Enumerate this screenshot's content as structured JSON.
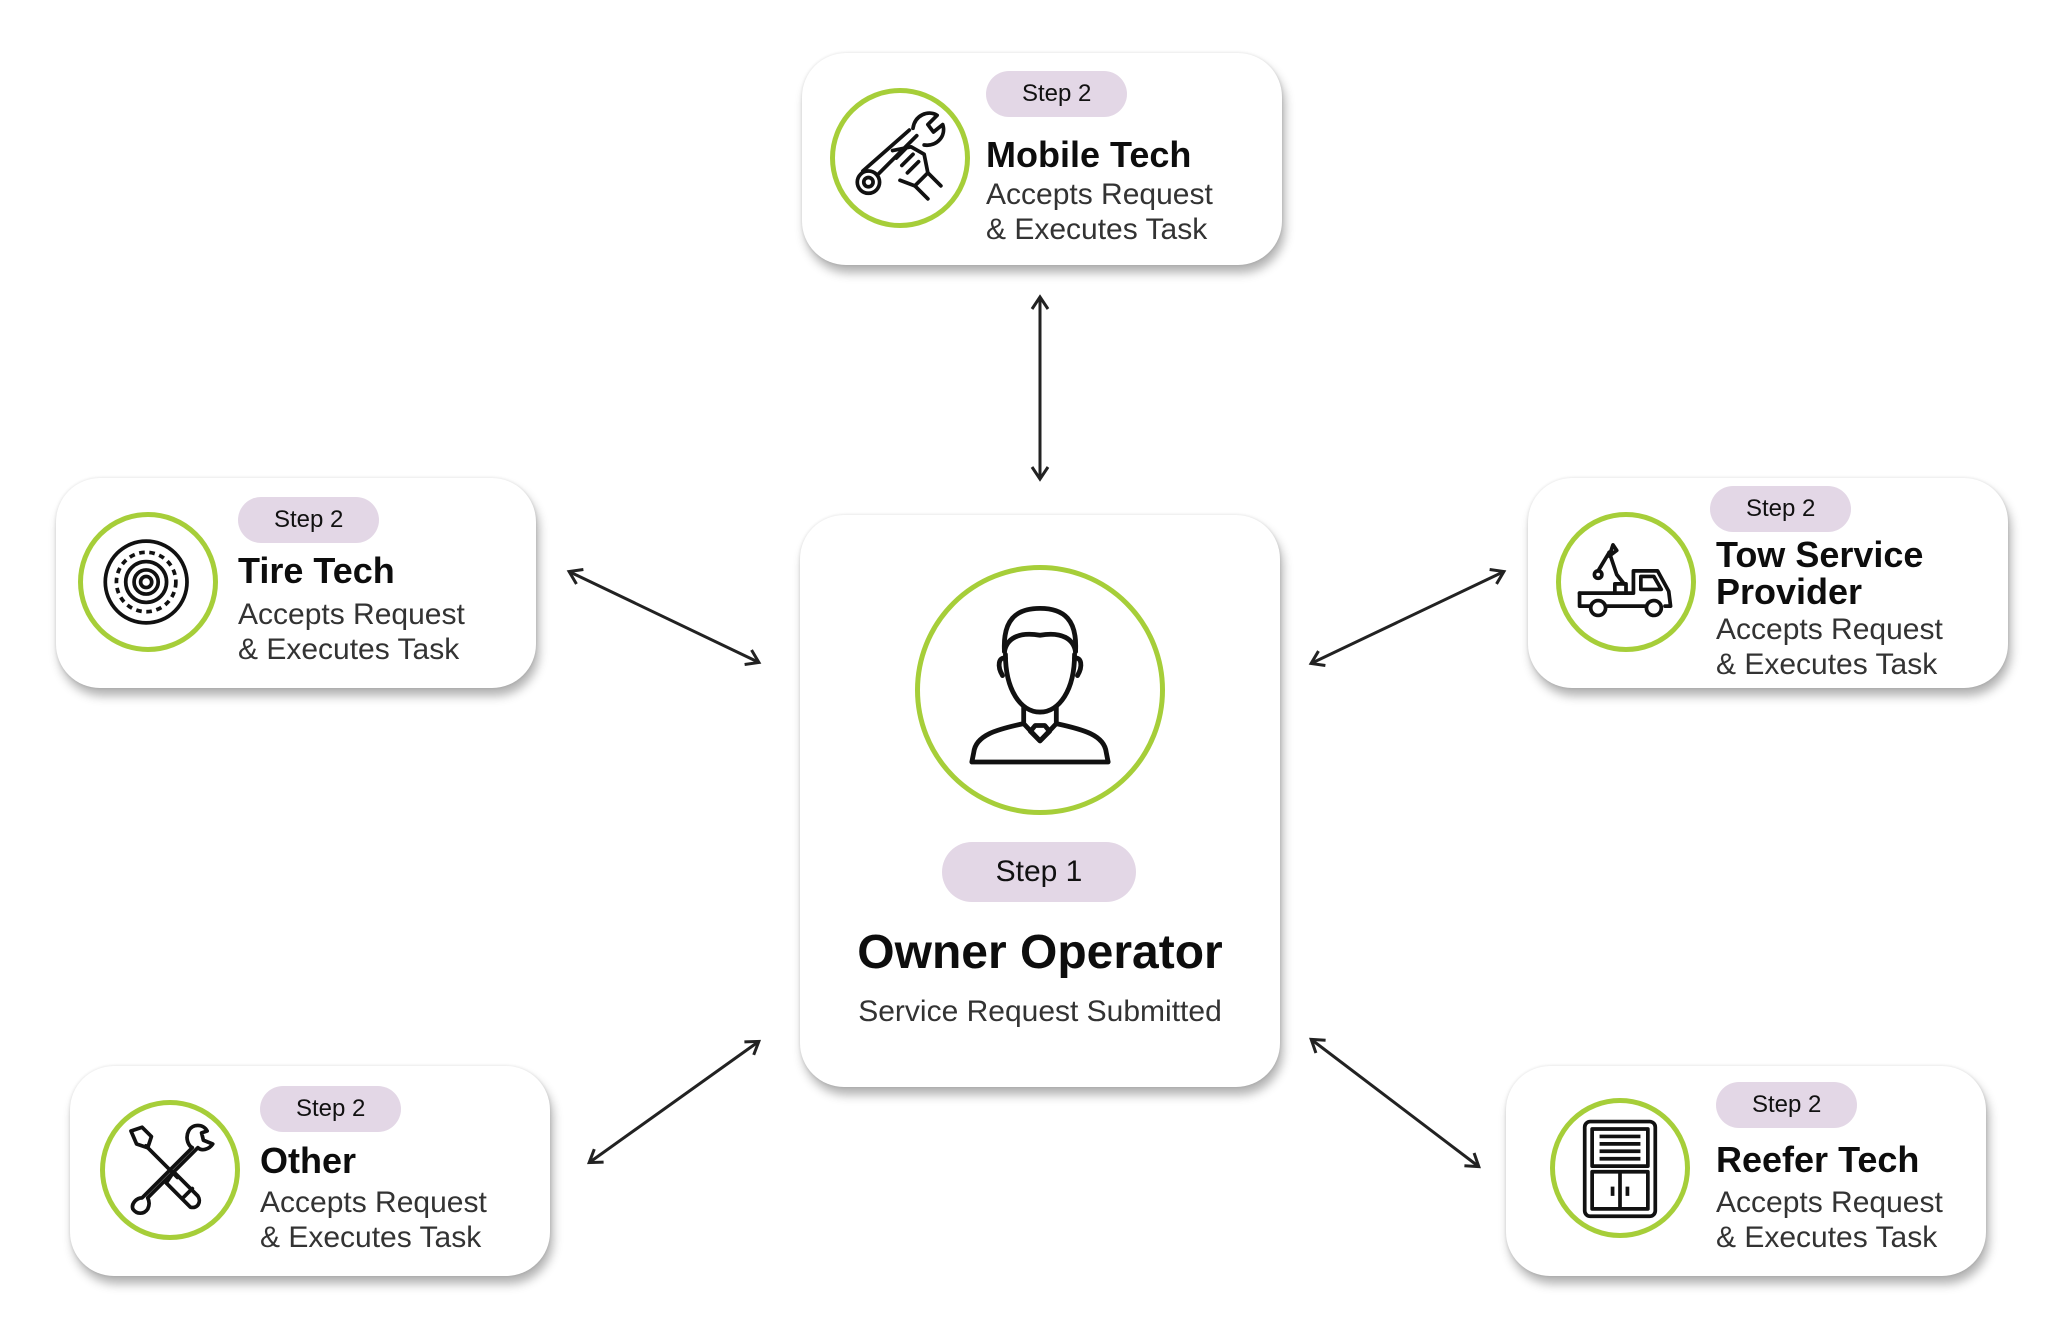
{
  "center": {
    "step": "Step 1",
    "title": "Owner Operator",
    "description": "Service Request Submitted",
    "icon": "person-icon"
  },
  "nodes": {
    "mobile": {
      "step": "Step 2",
      "title": "Mobile Tech",
      "line1": "Accepts Request",
      "line2": "& Executes Task",
      "icon": "wrench-hand-icon"
    },
    "tire": {
      "step": "Step 2",
      "title": "Tire Tech",
      "line1": "Accepts Request",
      "line2": "& Executes Task",
      "icon": "tire-icon"
    },
    "tow": {
      "step": "Step 2",
      "title_line1": "Tow Service",
      "title_line2": "Provider",
      "line1": "Accepts Request",
      "line2": "& Executes Task",
      "icon": "tow-truck-icon"
    },
    "other": {
      "step": "Step 2",
      "title": "Other",
      "line1": "Accepts Request",
      "line2": "& Executes Task",
      "icon": "tools-icon"
    },
    "reefer": {
      "step": "Step 2",
      "title": "Reefer Tech",
      "line1": "Accepts Request",
      "line2": "& Executes Task",
      "icon": "reefer-unit-icon"
    }
  },
  "colors": {
    "ring_accent": "#a6ce39",
    "pill_background": "#e3d7e6",
    "arrow": "#222222"
  }
}
